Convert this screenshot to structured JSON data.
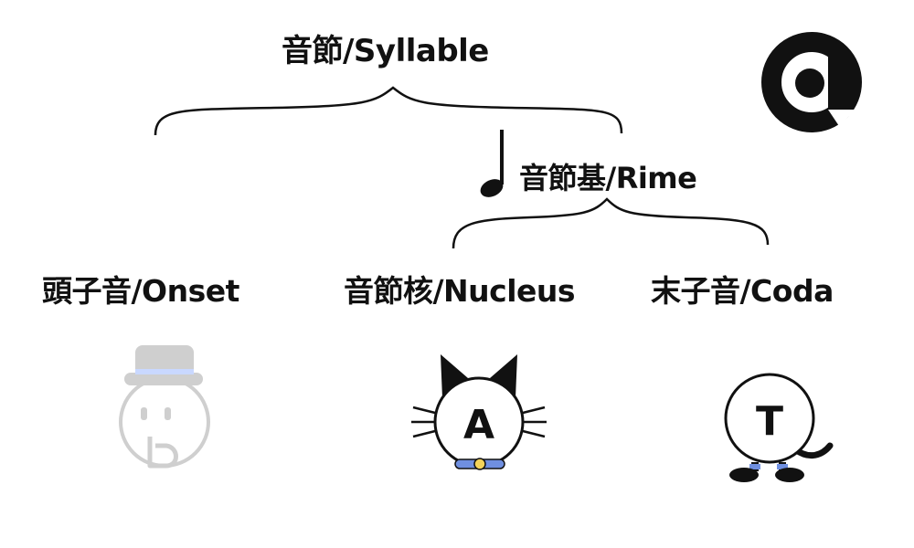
{
  "title": "音節/Syllable",
  "rime": "音節基/Rime",
  "onset": "頭子音/Onset",
  "nucleus": "音節核/Nucleus",
  "coda": "末子音/Coda",
  "characters": {
    "nucleus_letter": "A",
    "coda_letter": "T"
  },
  "colors": {
    "text": "#111111",
    "onset_faded": "#cfcfcf",
    "hat_band": "#c9d8ff",
    "collar": "#6f8fe0",
    "bell": "#f3d35a"
  }
}
